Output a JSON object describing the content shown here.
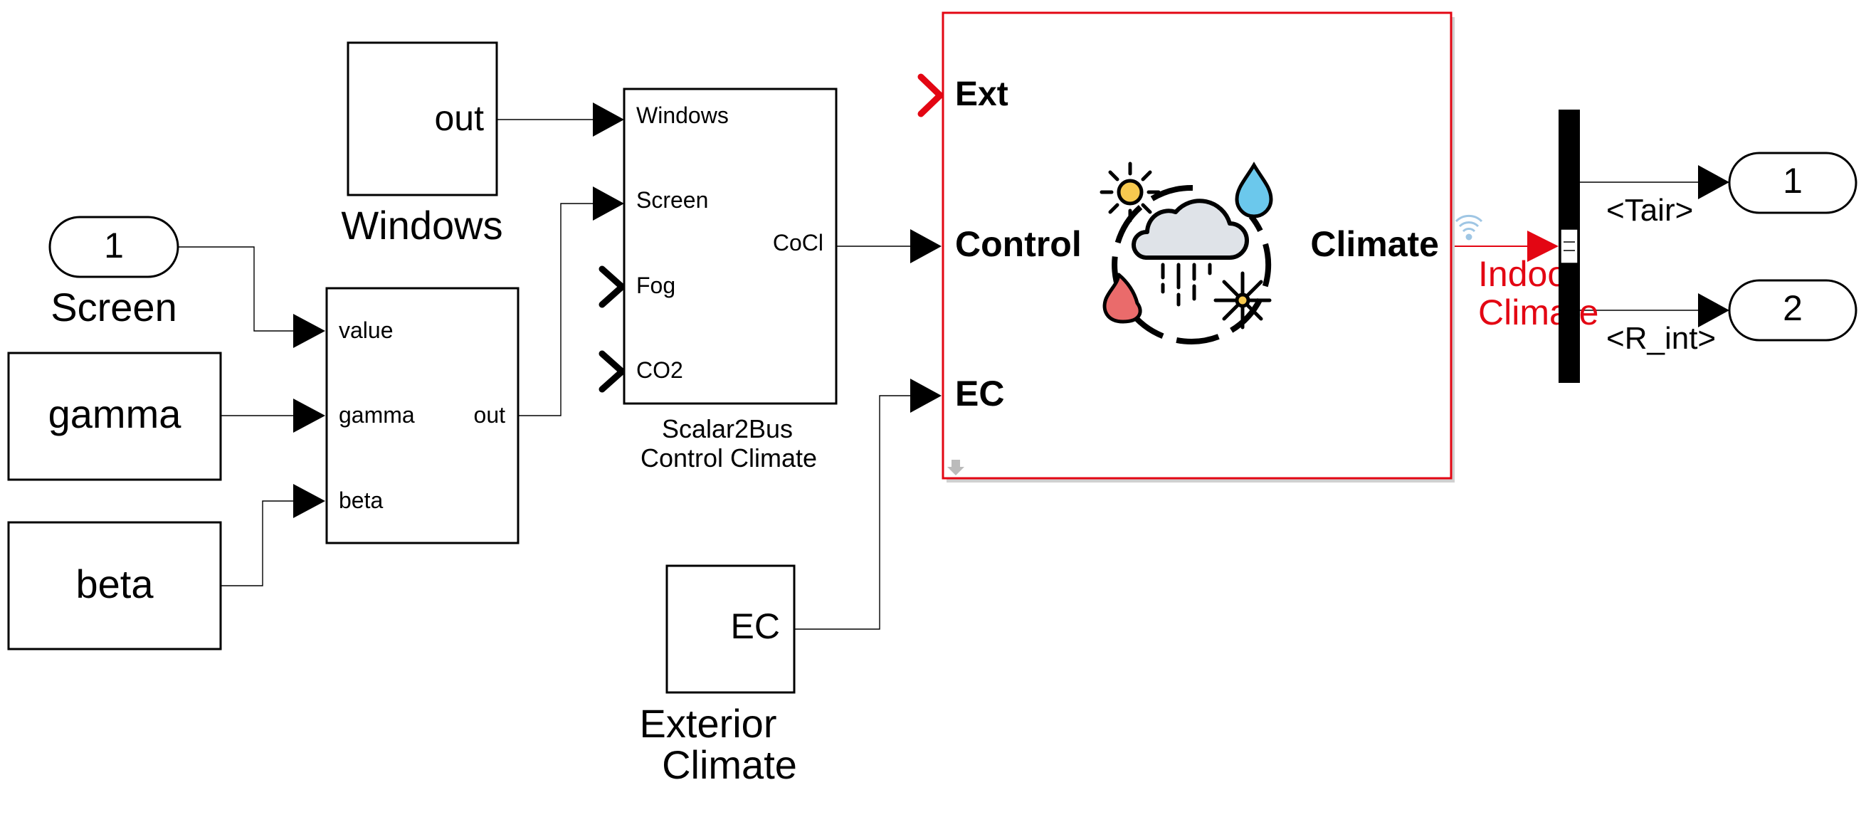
{
  "colors": {
    "block_border": "#000000",
    "background": "#ffffff",
    "selected_accent": "#e30613",
    "sun": "#f7c94f",
    "drop": "#6bc8ec",
    "flame": "#ea6b6b",
    "cloud": "#dfe3e8",
    "link_icon": "#9fc6e4"
  },
  "blocks": {
    "windows_const": {
      "value": "out",
      "name": "Windows"
    },
    "screen_inport": {
      "number": "1",
      "name": "Screen"
    },
    "gamma_const": {
      "value": "gamma"
    },
    "beta_const": {
      "value": "beta"
    },
    "calc_block": {
      "inputs": [
        "value",
        "gamma",
        "beta"
      ],
      "output": "out"
    },
    "scalar2bus": {
      "inputs": [
        "Windows",
        "Screen",
        "Fog",
        "CO2"
      ],
      "output": "CoCl",
      "name_line1": "Scalar2Bus",
      "name_line2": "Control Climate"
    },
    "ext_climate": {
      "value": "EC",
      "name_line1": "Exterior",
      "name_line2": "Climate"
    },
    "greenhouse": {
      "port_ext": "Ext",
      "port_control": "Control",
      "port_ec": "EC",
      "port_out": "Climate",
      "icon": "climate-weather-icon"
    },
    "bus_selector": {
      "icon": "bus-selector-icon"
    },
    "outport_1": {
      "number": "1"
    },
    "outport_2": {
      "number": "2"
    }
  },
  "signals": {
    "indoor_line1": "Indoor",
    "indoor_line2": "Climate",
    "tair": "<Tair>",
    "r_int": "<R_int>"
  }
}
